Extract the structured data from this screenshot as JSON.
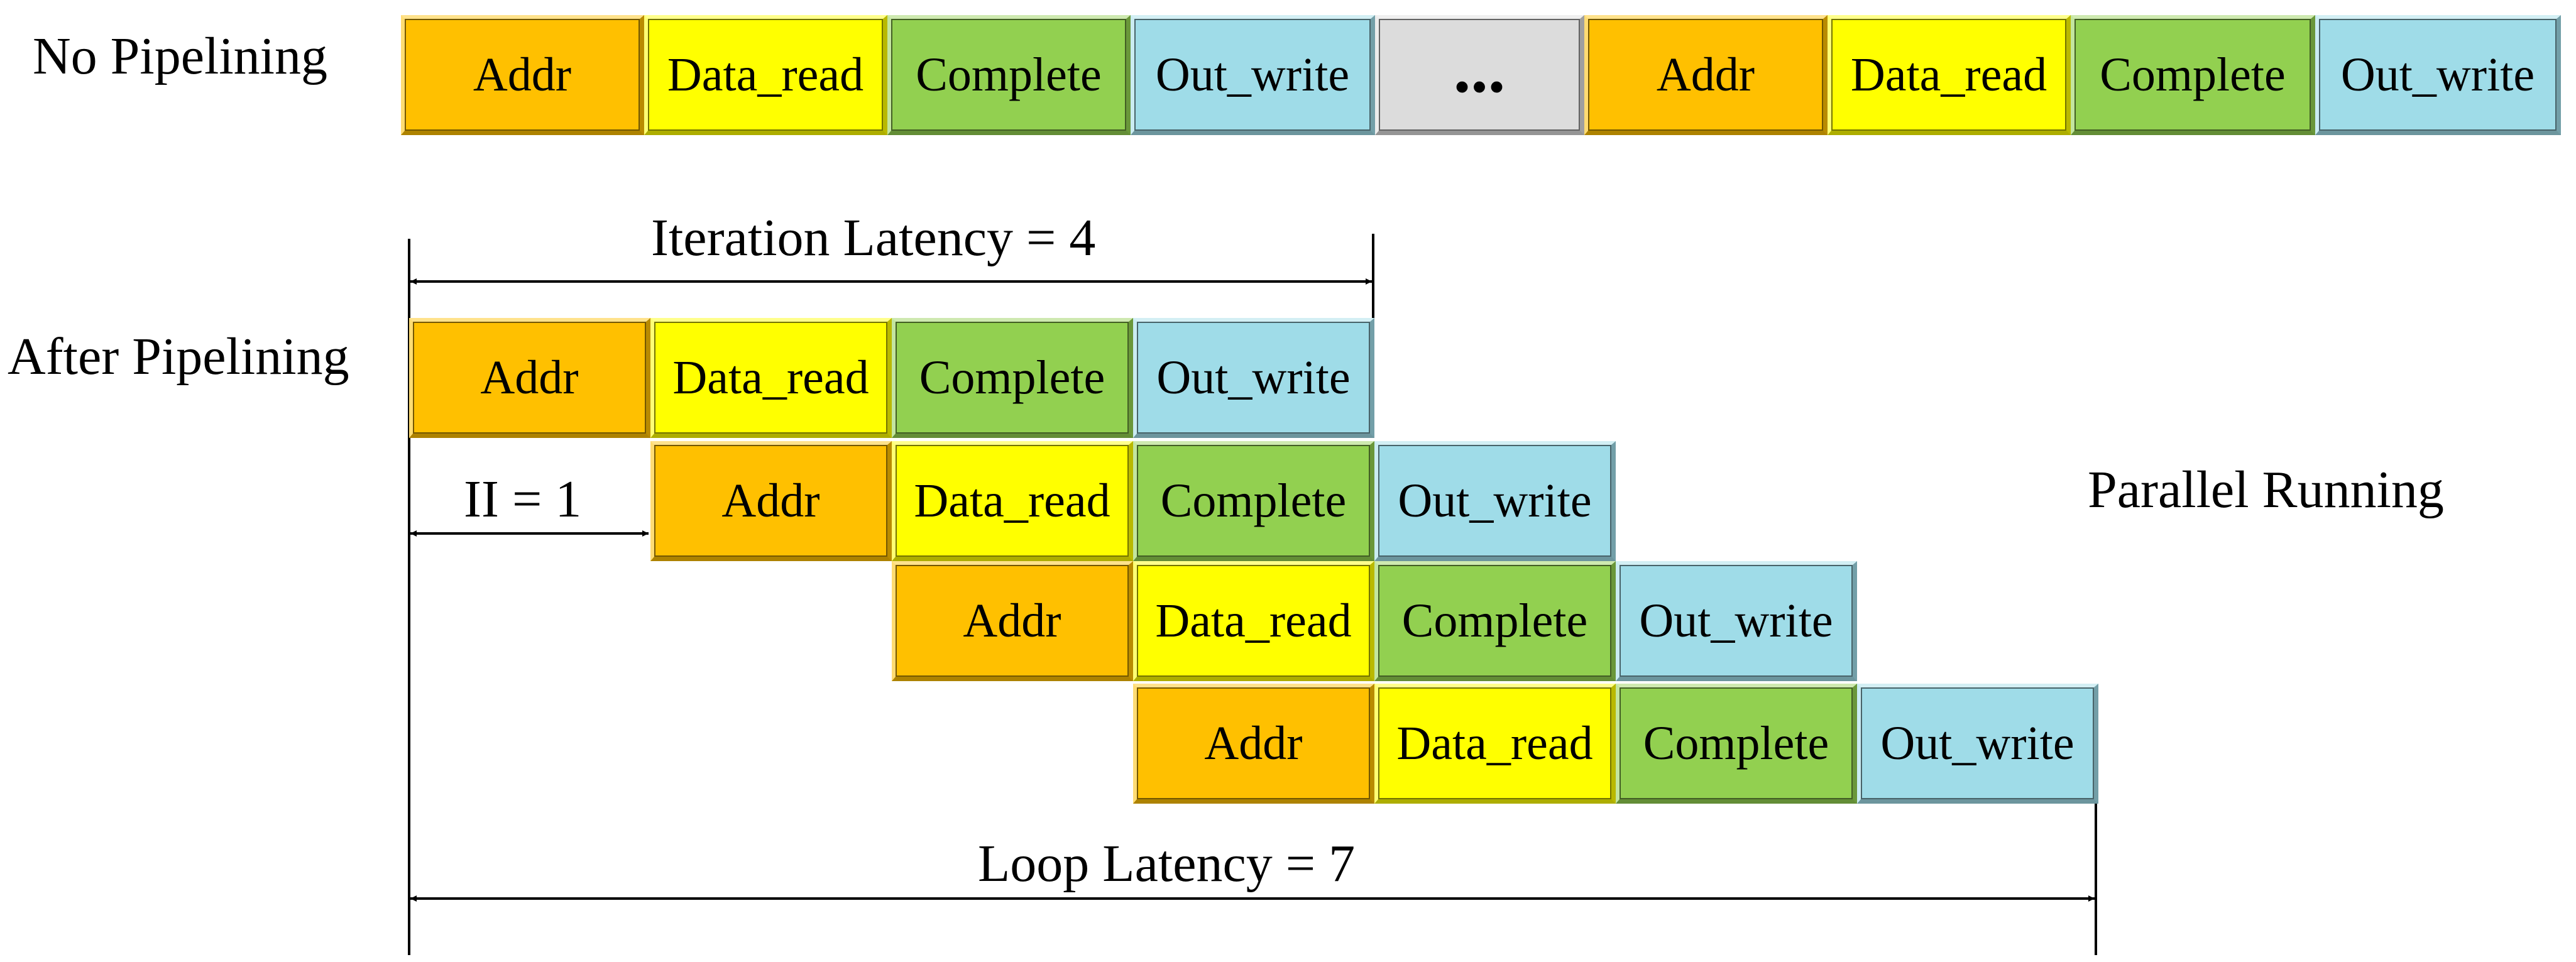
{
  "colors": {
    "addr": "#ffc000",
    "data_read": "#ffff00",
    "complete": "#92d050",
    "out_write": "#9fdce8",
    "ellipsis": "#dcdcdc"
  },
  "no_pipelining": {
    "label": "No Pipelining",
    "stages": [
      "Addr",
      "Data_read",
      "Complete",
      "Out_write",
      "...",
      "Addr",
      "Data_read",
      "Complete",
      "Out_write"
    ]
  },
  "after_pipelining": {
    "label": "After Pipelining",
    "iterations": [
      [
        "Addr",
        "Data_read",
        "Complete",
        "Out_write"
      ],
      [
        "Addr",
        "Data_read",
        "Complete",
        "Out_write"
      ],
      [
        "Addr",
        "Data_read",
        "Complete",
        "Out_write"
      ],
      [
        "Addr",
        "Data_read",
        "Complete",
        "Out_write"
      ]
    ]
  },
  "annotations": {
    "iteration_latency": "Iteration Latency = 4",
    "ii": "II = 1",
    "loop_latency": "Loop Latency = 7",
    "parallel_running": "Parallel Running"
  }
}
